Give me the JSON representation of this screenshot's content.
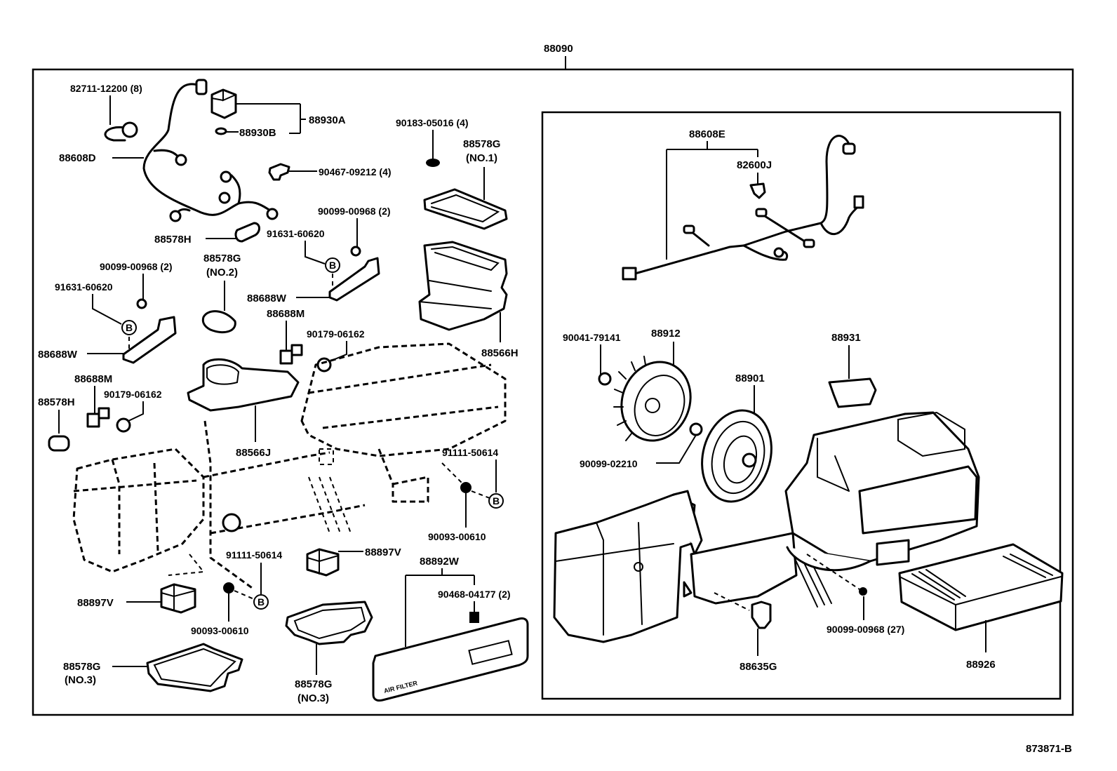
{
  "diagram": {
    "assembly_number": "88090",
    "drawing_id": "873871-B",
    "left_section": {
      "labels": {
        "grommet_clip": "82711-12200 (8)",
        "wire_harness": "88608D",
        "resistor_group": "88930A",
        "resistor_box": "88930B",
        "clip_90467": "90467-09212 (4)",
        "grommet_90183": "90183-05016 (4)",
        "seal_no1_code": "88578G",
        "seal_no1_note": "(NO.1)",
        "screw_upper": "90099-00968 (2)",
        "bolt_upper": "91631-60620",
        "seal_h_upper": "88578H",
        "bracket_upper": "88688W",
        "seal_no2_code": "88578G",
        "seal_no2_note": "(NO.2)",
        "screw_left": "90099-00968 (2)",
        "bolt_left": "91631-60620",
        "bracket_left": "88688W",
        "sensor_mount_upper": "88688M",
        "nut_upper": "90179-06162",
        "duct_h": "88566H",
        "sensor_mount_left": "88688M",
        "nut_left": "90179-06162",
        "seal_h_left": "88578H",
        "duct_j": "88566J",
        "bolt_right": "91111-50614",
        "washer_right": "90093-00610",
        "damper_right": "88897V",
        "bolt_center": "91111-50614",
        "damper_left": "88897V",
        "washer_center": "90093-00610",
        "seal_no3a_code": "88578G",
        "seal_no3a_note": "(NO.3)",
        "seal_no3b_code": "88578G",
        "seal_no3b_note": "(NO.3)",
        "cover_plate": "88892W",
        "clip_90468": "90468-04177 (2)",
        "cover_badge_text": "AIR FILTER",
        "ref_circle": "B"
      }
    },
    "right_section": {
      "labels": {
        "wire_harness": "88608E",
        "clamp": "82600J",
        "nut": "90041-79141",
        "fan": "88912",
        "motor": "88901",
        "washer": "90099-02210",
        "blower_resistor": "88931",
        "screw": "90099-00968 (27)",
        "actuator": "88635G",
        "filter": "88926"
      }
    }
  }
}
